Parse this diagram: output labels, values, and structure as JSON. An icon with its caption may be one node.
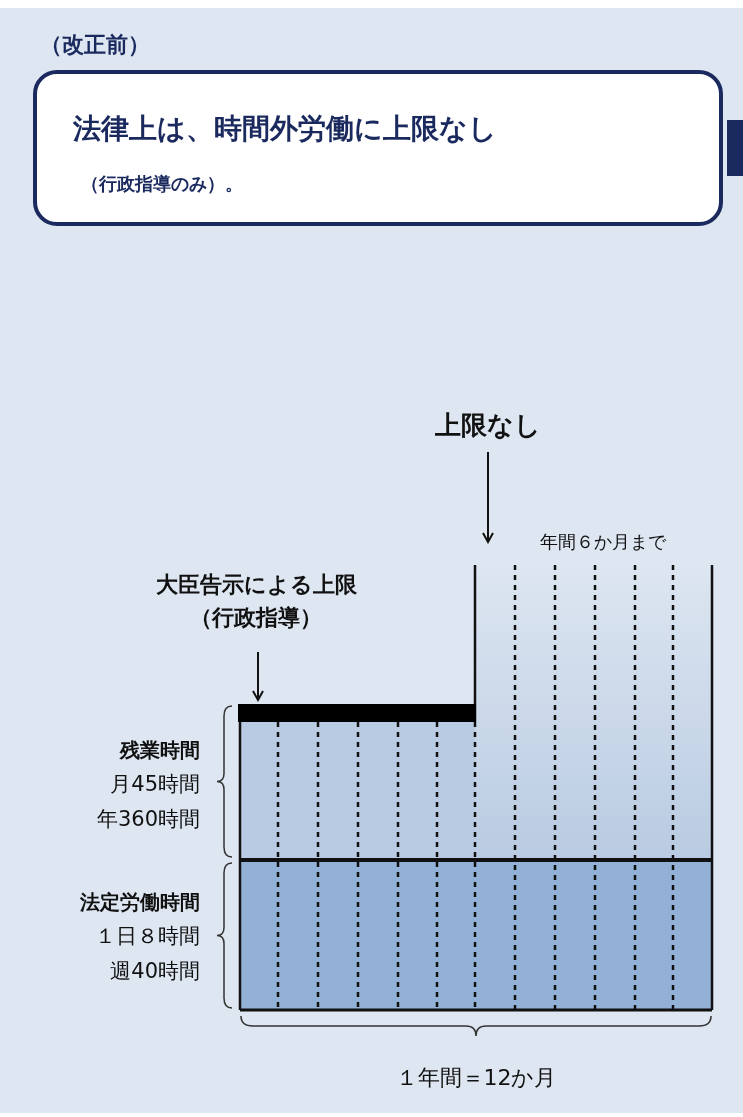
{
  "diagram": {
    "title": "（改正前）",
    "nodes": [
      {
        "text": [
          "法律上は、時間外労働に上限なし",
          "（行政指導のみ）。"
        ]
      },
      {
        "text": [
          "上限なし"
        ]
      },
      {
        "text": [
          "大臣告示による上限（行政指導）"
        ]
      },
      {
        "text": [],
        "shape": "bar"
      }
    ],
    "edges": [
      {
        "from": 1,
        "to": null,
        "arrow": "to"
      },
      {
        "from": 2,
        "to": 3,
        "arrow": "to"
      }
    ],
    "labels": [
      "年間６か月まで",
      "残業時間",
      "月45時間",
      "年360時間",
      "法定労働時間",
      "１日８時間",
      "週40時間",
      "１年間＝12か月"
    ]
  }
}
